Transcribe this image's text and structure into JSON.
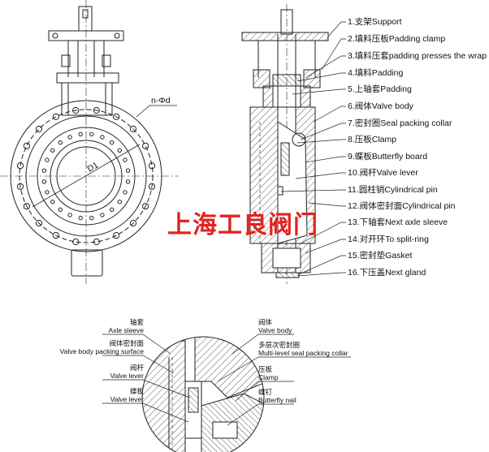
{
  "front_view": {
    "bolt_callout": "n-Φd",
    "diameter_label": "D1"
  },
  "watermark": "上海工良阀门",
  "parts": [
    "1.支架Support",
    "2.填料压板Padding clamp",
    "3.填料压套padding presses the wrap",
    "4.填料Padding",
    "5.上轴套Padding",
    "6.阀体Valve body",
    "7.密封圈Seal packing collar",
    "8.压板Clamp",
    "9.蝶板Butterfly board",
    "10.阀杆Valve lever",
    "11.圆柱销Cylindrical pin",
    "12.阀体密封面Cylindrical pin",
    "13.下轴套Next axle sleeve",
    "14.对开环To split-ring",
    "15.密封垫Gasket",
    "16.下压盖Next gland"
  ],
  "detail_left": [
    {
      "cn": "轴套",
      "en": "Axle sleeve"
    },
    {
      "cn": "阀体密封面",
      "en": "Valve body packing surface"
    },
    {
      "cn": "阀杆",
      "en": "Valve lever"
    },
    {
      "cn": "蝶板",
      "en": "Valve lever"
    }
  ],
  "detail_right": [
    {
      "cn": "阀体",
      "en": "Valve body"
    },
    {
      "cn": "多层次密封圈",
      "en": "Multi-level seal packing collar"
    },
    {
      "cn": "压板",
      "en": "Clamp"
    },
    {
      "cn": "蝶钉",
      "en": "Butterfly nail"
    }
  ]
}
